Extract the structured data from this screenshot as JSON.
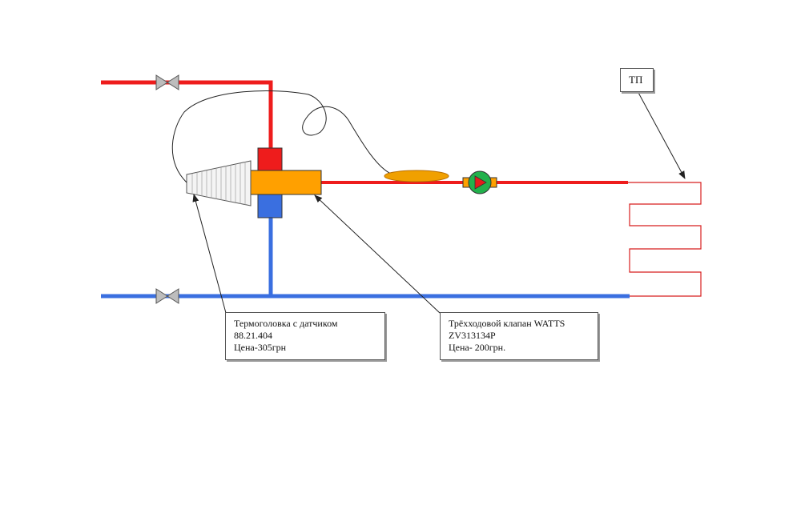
{
  "colors": {
    "hot_pipe": "#ee1c1c",
    "cold_pipe": "#3a6fe0",
    "valve_body": "#ffa000",
    "pump_body": "#22b14c",
    "pump_triangle": "#e51b1b",
    "sensor": "#f0a000",
    "floor_loop": "#d81e1e",
    "leader_line": "#222222"
  },
  "icons": {
    "shutoff_valve": "bowtie-valve-icon",
    "pump": "circulation-pump-icon",
    "thermo_head": "thermostatic-head-icon"
  },
  "callouts": {
    "thermo_head": {
      "line1": "Термоголовка с датчиком",
      "line2": "88.21.404",
      "line3": "Цена-305грн"
    },
    "three_way_valve": {
      "line1": "Трёхходовой клапан WATTS",
      "line2": "ZV313134P",
      "line3": "Цена- 200грн."
    },
    "floor_heating": {
      "label": "ТП"
    }
  }
}
